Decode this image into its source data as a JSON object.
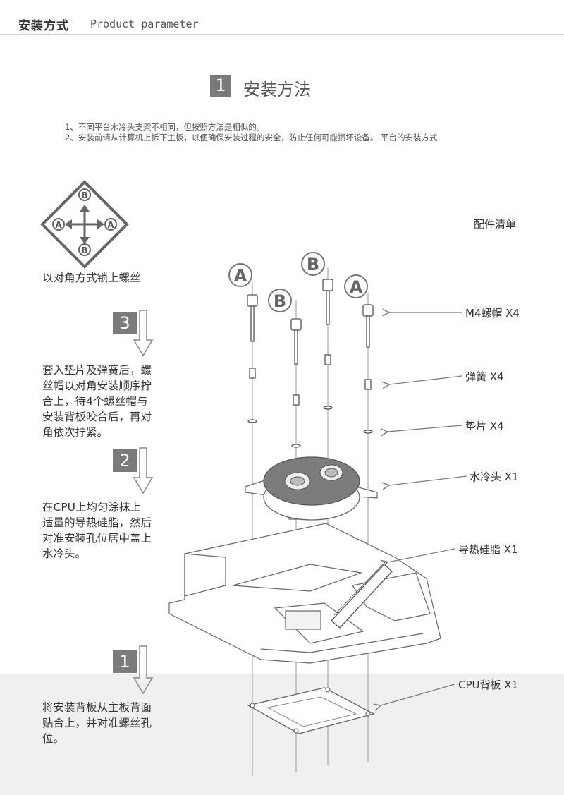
{
  "header": {
    "title": "安装方式",
    "subtitle": "Product parameter"
  },
  "section": {
    "number": "1",
    "title": "安装方法"
  },
  "notes": [
    "1、不同平台水冷头支架不相同，但按照方法是相似的。",
    "2、安装前请从计算机上拆下主板，以便确保安装过程的安全，防止任何可能损坏设备。 平台的安装方式"
  ],
  "diagonal": {
    "label_a": "A",
    "label_b": "B",
    "caption": "以对角方式锁上螺丝"
  },
  "steps": [
    {
      "number": "3",
      "lines": [
        "套入垫片及弹簧后，螺",
        "丝帽以对角安装顺序拧",
        "合上，待4个螺丝帽与",
        "安装背板咬合后，再对",
        "角依次拧紧。"
      ]
    },
    {
      "number": "2",
      "lines": [
        "在CPU上均匀涂抹上",
        "适量的导热硅脂，然后",
        "对准安装孔位居中盖上",
        "水冷头。"
      ]
    },
    {
      "number": "1",
      "lines": [
        "将安装背板从主板背面",
        "贴合上，并对准螺丝孔",
        "位。"
      ]
    }
  ],
  "screw_labels": {
    "a": "A",
    "b": "B"
  },
  "accessories": {
    "title": "配件清单",
    "items": [
      "M4螺帽 X4",
      "弹簧 X4",
      "垫片 X4",
      "水冷头 X1",
      "导热硅脂 X1",
      "CPU背板 X1"
    ]
  },
  "colors": {
    "accent_box": "#7a7a7a",
    "line": "#888888",
    "band": "#f0f0f0"
  }
}
